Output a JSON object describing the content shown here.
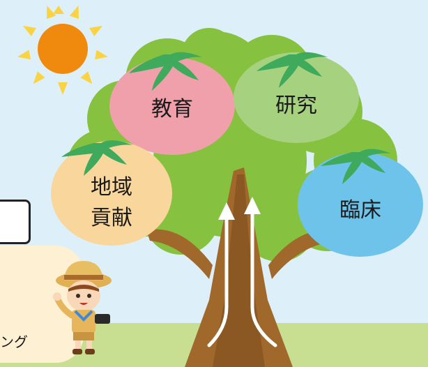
{
  "tomatoes": {
    "education": "教育",
    "research": "研究",
    "community_line1": "地域",
    "community_line2": "貢献",
    "clinical": "臨床"
  },
  "speech_text": "ング",
  "colors": {
    "sky": "#DDF0FA",
    "ground": "#C8DF92",
    "foliage": "#86C13F",
    "trunk": "#A0692B",
    "sun": "#F08A0E",
    "sun_rays": "#F9D343",
    "education_tomato": "#F0A0AA",
    "research_tomato": "#A6D17E",
    "community_tomato": "#F9D79C",
    "clinical_tomato": "#6EC3EB",
    "leaf": "#3FAA5C"
  }
}
